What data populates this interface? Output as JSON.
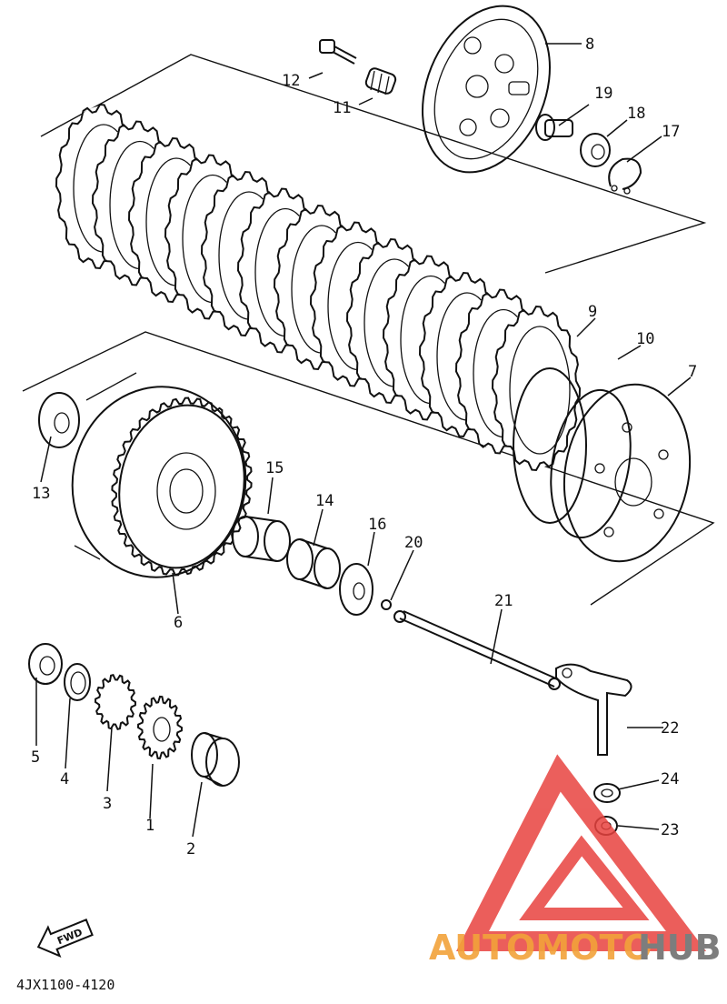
{
  "diagram": {
    "part_labels": {
      "p1": "1",
      "p2": "2",
      "p3": "3",
      "p4": "4",
      "p5": "5",
      "p6": "6",
      "p7": "7",
      "p8": "8",
      "p9": "9",
      "p10": "10",
      "p11": "11",
      "p12": "12",
      "p13": "13",
      "p14": "14",
      "p15": "15",
      "p16": "16",
      "p17": "17",
      "p18": "18",
      "p19": "19",
      "p20": "20",
      "p21": "21",
      "p22": "22",
      "p23": "23",
      "p24": "24"
    },
    "fwd_label": "FWD",
    "drawing_code": "4JX1100-4120"
  },
  "watermark": {
    "brand_part1": "AUTOMOTO",
    "brand_part2": "HUB",
    "colors": {
      "triangle": "#e8433f",
      "auto": "#f2a23a",
      "hub": "#7d7d7d"
    }
  }
}
